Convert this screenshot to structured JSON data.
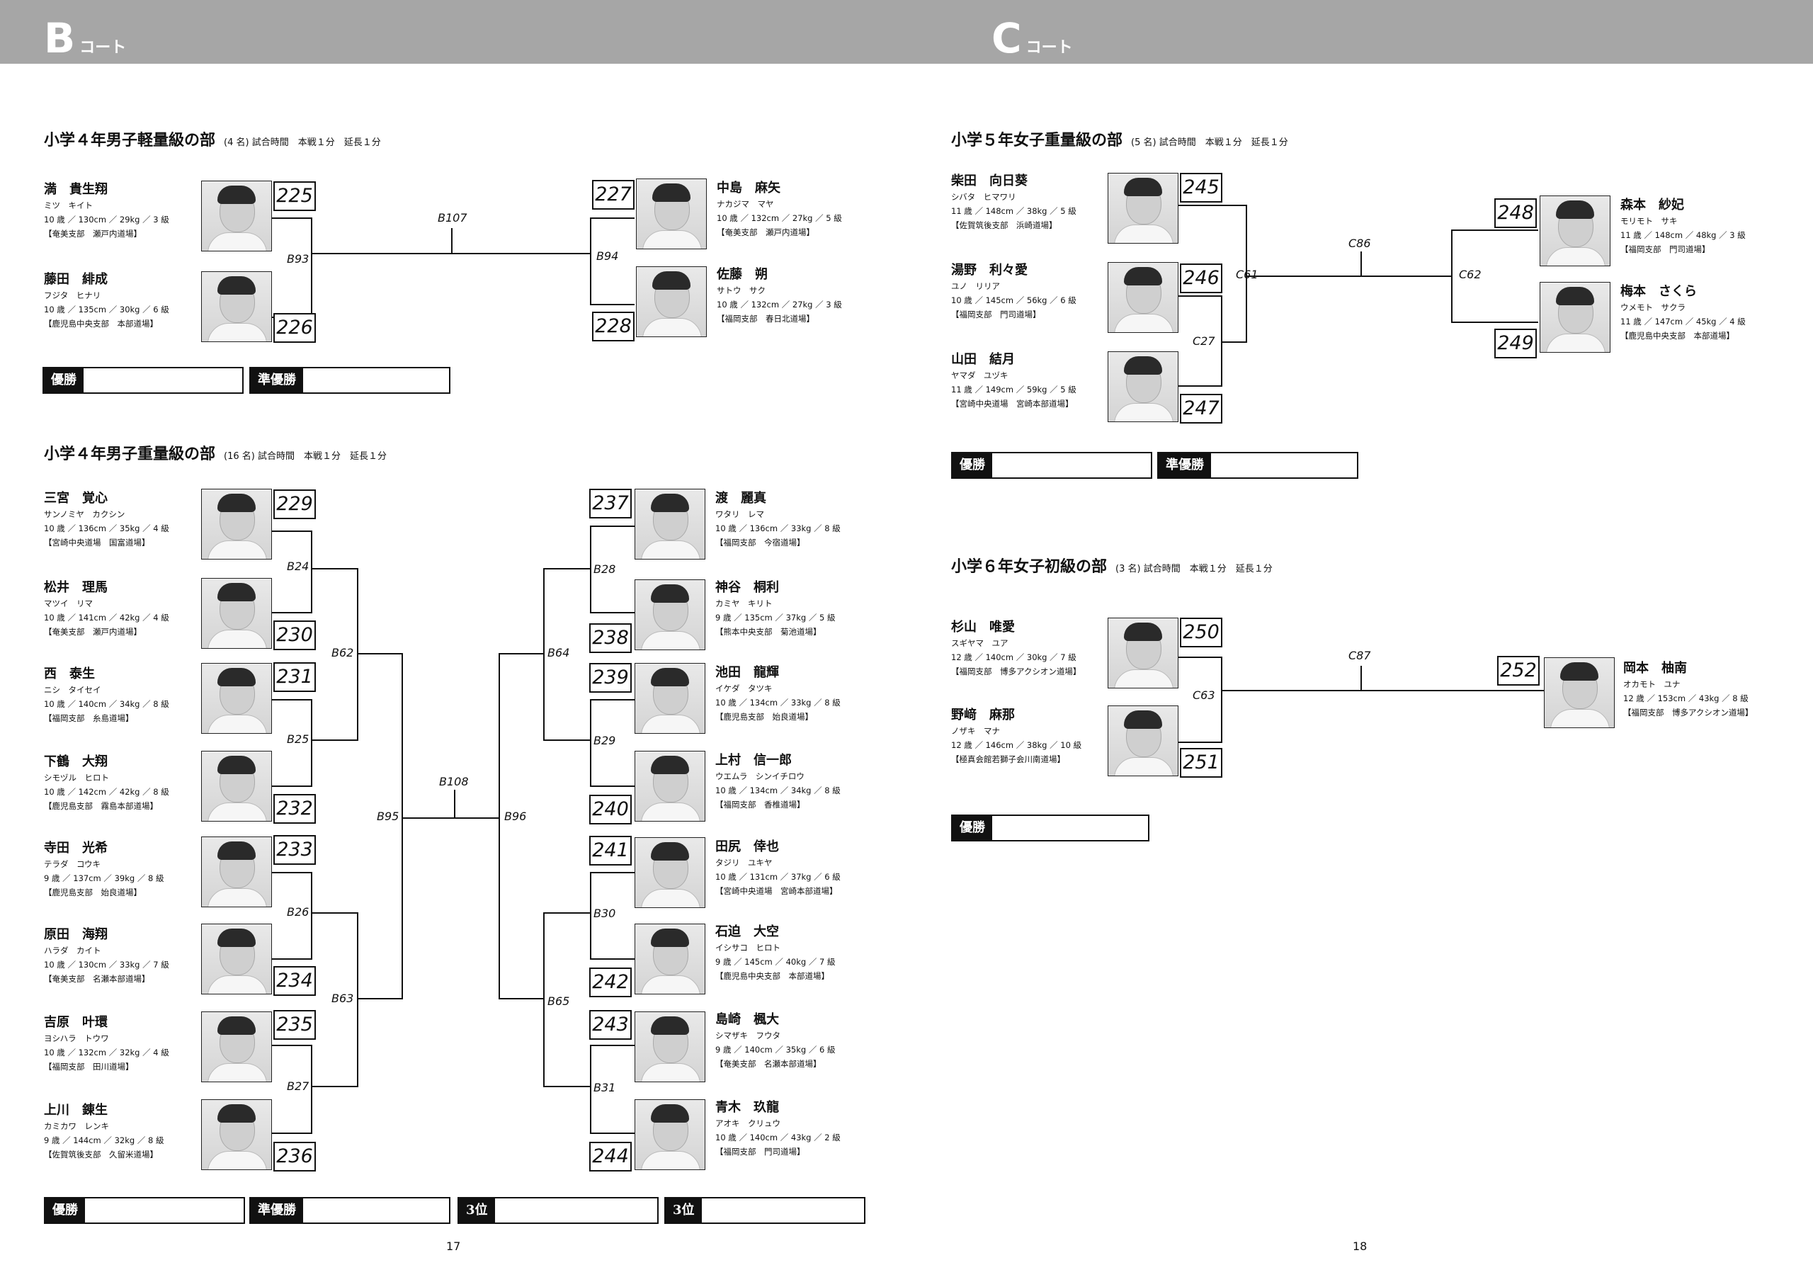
{
  "header": {
    "left_court": {
      "letter": "B",
      "suffix": "コート"
    },
    "right_court": {
      "letter": "C",
      "suffix": "コート"
    }
  },
  "sections": [
    {
      "id": "s1",
      "title": "小学４年男子軽量級の部",
      "note": "(4 名) 試合時間　本戦１分　延長１分"
    },
    {
      "id": "s2",
      "title": "小学４年男子重量級の部",
      "note": "(16 名) 試合時間　本戦１分　延長１分"
    },
    {
      "id": "s3",
      "title": "小学５年女子重量級の部",
      "note": "(5 名) 試合時間　本戦１分　延長１分"
    },
    {
      "id": "s4",
      "title": "小学６年女子初級の部",
      "note": "(3 名) 試合時間　本戦１分　延長１分"
    }
  ],
  "players": [
    {
      "num": "225",
      "name": "満　貴生翔",
      "kana": "ミツ　キイト",
      "stats": "10 歳 ／ 130cm ／ 29kg ／ 3 級",
      "club": "【奄美支部　瀬戸内道場】"
    },
    {
      "num": "226",
      "name": "藤田　緋成",
      "kana": "フジタ　ヒナリ",
      "stats": "10 歳 ／ 135cm ／ 30kg ／ 6 級",
      "club": "【鹿児島中央支部　本部道場】"
    },
    {
      "num": "227",
      "name": "中島　麻矢",
      "kana": "ナカジマ　マヤ",
      "stats": "10 歳 ／ 132cm ／ 27kg ／ 5 級",
      "club": "【奄美支部　瀬戸内道場】"
    },
    {
      "num": "228",
      "name": "佐藤　朔",
      "kana": "サトウ　サク",
      "stats": "10 歳 ／ 132cm ／ 27kg ／ 3 級",
      "club": "【福岡支部　春日北道場】"
    },
    {
      "num": "229",
      "name": "三宮　覚心",
      "kana": "サンノミヤ　カクシン",
      "stats": "10 歳 ／ 136cm ／ 35kg ／ 4 級",
      "club": "【宮崎中央道場　国富道場】"
    },
    {
      "num": "230",
      "name": "松井　理馬",
      "kana": "マツイ　リマ",
      "stats": "10 歳 ／ 141cm ／ 42kg ／ 4 級",
      "club": "【奄美支部　瀬戸内道場】"
    },
    {
      "num": "231",
      "name": "西　泰生",
      "kana": "ニシ　タイセイ",
      "stats": "10 歳 ／ 140cm ／ 34kg ／ 8 級",
      "club": "【福岡支部　糸島道場】"
    },
    {
      "num": "232",
      "name": "下鶴　大翔",
      "kana": "シモヅル　ヒロト",
      "stats": "10 歳 ／ 142cm ／ 42kg ／ 8 級",
      "club": "【鹿児島支部　霧島本部道場】"
    },
    {
      "num": "233",
      "name": "寺田　光希",
      "kana": "テラダ　コウキ",
      "stats": "9 歳 ／ 137cm ／ 39kg ／ 8 級",
      "club": "【鹿児島支部　始良道場】"
    },
    {
      "num": "234",
      "name": "原田　海翔",
      "kana": "ハラダ　カイト",
      "stats": "10 歳 ／ 130cm ／ 33kg ／ 7 級",
      "club": "【奄美支部　名瀬本部道場】"
    },
    {
      "num": "235",
      "name": "吉原　叶環",
      "kana": "ヨシハラ　トウワ",
      "stats": "10 歳 ／ 132cm ／ 32kg ／ 4 級",
      "club": "【福岡支部　田川道場】"
    },
    {
      "num": "236",
      "name": "上川　錬生",
      "kana": "カミカワ　レンキ",
      "stats": "9 歳 ／ 144cm ／ 32kg ／ 8 級",
      "club": "【佐賀筑後支部　久留米道場】"
    },
    {
      "num": "237",
      "name": "渡　麗真",
      "kana": "ワタリ　レマ",
      "stats": "10 歳 ／ 136cm ／ 33kg ／ 8 級",
      "club": "【福岡支部　今宿道場】"
    },
    {
      "num": "238",
      "name": "神谷　桐利",
      "kana": "カミヤ　キリト",
      "stats": "9 歳 ／ 135cm ／ 37kg ／ 5 級",
      "club": "【熊本中央支部　菊池道場】"
    },
    {
      "num": "239",
      "name": "池田　龍輝",
      "kana": "イケダ　タツキ",
      "stats": "10 歳 ／ 134cm ／ 33kg ／ 8 級",
      "club": "【鹿児島支部　始良道場】"
    },
    {
      "num": "240",
      "name": "上村　信一郎",
      "kana": "ウエムラ　シンイチロウ",
      "stats": "10 歳 ／ 134cm ／ 34kg ／ 8 級",
      "club": "【福岡支部　香椎道場】"
    },
    {
      "num": "241",
      "name": "田尻　倖也",
      "kana": "タジリ　ユキヤ",
      "stats": "10 歳 ／ 131cm ／ 37kg ／ 6 級",
      "club": "【宮崎中央道場　宮崎本部道場】"
    },
    {
      "num": "242",
      "name": "石迫　大空",
      "kana": "イシサコ　ヒロト",
      "stats": "9 歳 ／ 145cm ／ 40kg ／ 7 級",
      "club": "【鹿児島中央支部　本部道場】"
    },
    {
      "num": "243",
      "name": "島崎　楓大",
      "kana": "シマザキ　フウタ",
      "stats": "9 歳 ／ 140cm ／ 35kg ／ 6 級",
      "club": "【奄美支部　名瀬本部道場】"
    },
    {
      "num": "244",
      "name": "青木　玖龍",
      "kana": "アオキ　クリュウ",
      "stats": "10 歳 ／ 140cm ／ 43kg ／ 2 級",
      "club": "【福岡支部　門司道場】"
    },
    {
      "num": "245",
      "name": "柴田　向日葵",
      "kana": "シバタ　ヒマワリ",
      "stats": "11 歳 ／ 148cm ／ 38kg ／ 5 級",
      "club": "【佐賀筑後支部　浜崎道場】"
    },
    {
      "num": "246",
      "name": "湯野　利々愛",
      "kana": "ユノ　リリア",
      "stats": "10 歳 ／ 145cm ／ 56kg ／ 6 級",
      "club": "【福岡支部　門司道場】"
    },
    {
      "num": "247",
      "name": "山田　結月",
      "kana": "ヤマダ　ユヅキ",
      "stats": "11 歳 ／ 149cm ／ 59kg ／ 5 級",
      "club": "【宮崎中央道場　宮崎本部道場】"
    },
    {
      "num": "248",
      "name": "森本　紗妃",
      "kana": "モリモト　サキ",
      "stats": "11 歳 ／ 148cm ／ 48kg ／ 3 級",
      "club": "【福岡支部　門司道場】"
    },
    {
      "num": "249",
      "name": "梅本　さくら",
      "kana": "ウメモト　サクラ",
      "stats": "11 歳 ／ 147cm ／ 45kg ／ 4 級",
      "club": "【鹿児島中央支部　本部道場】"
    },
    {
      "num": "250",
      "name": "杉山　唯愛",
      "kana": "スギヤマ　ユア",
      "stats": "12 歳 ／ 140cm ／ 30kg ／ 7 級",
      "club": "【福岡支部　博多アクシオン道場】"
    },
    {
      "num": "251",
      "name": "野﨑　麻那",
      "kana": "ノザキ　マナ",
      "stats": "12 歳 ／ 146cm ／ 38kg ／ 10 級",
      "club": "【極真会館若獅子会川南道場】"
    },
    {
      "num": "252",
      "name": "岡本　柚南",
      "kana": "オカモト　ユナ",
      "stats": "12 歳 ／ 153cm ／ 43kg ／ 8 級",
      "club": "【福岡支部　博多アクシオン道場】"
    }
  ],
  "rounds": [
    "B107",
    "B93",
    "B94",
    "B24",
    "B25",
    "B26",
    "B27",
    "B28",
    "B29",
    "B30",
    "B31",
    "B62",
    "B63",
    "B64",
    "B65",
    "B95",
    "B96",
    "B108",
    "C61",
    "C27",
    "C86",
    "C62",
    "C87",
    "C63"
  ],
  "results": {
    "winner": "優勝",
    "runner_up": "準優勝",
    "third": "3位"
  },
  "page_numbers": {
    "left": "17",
    "right": "18"
  }
}
